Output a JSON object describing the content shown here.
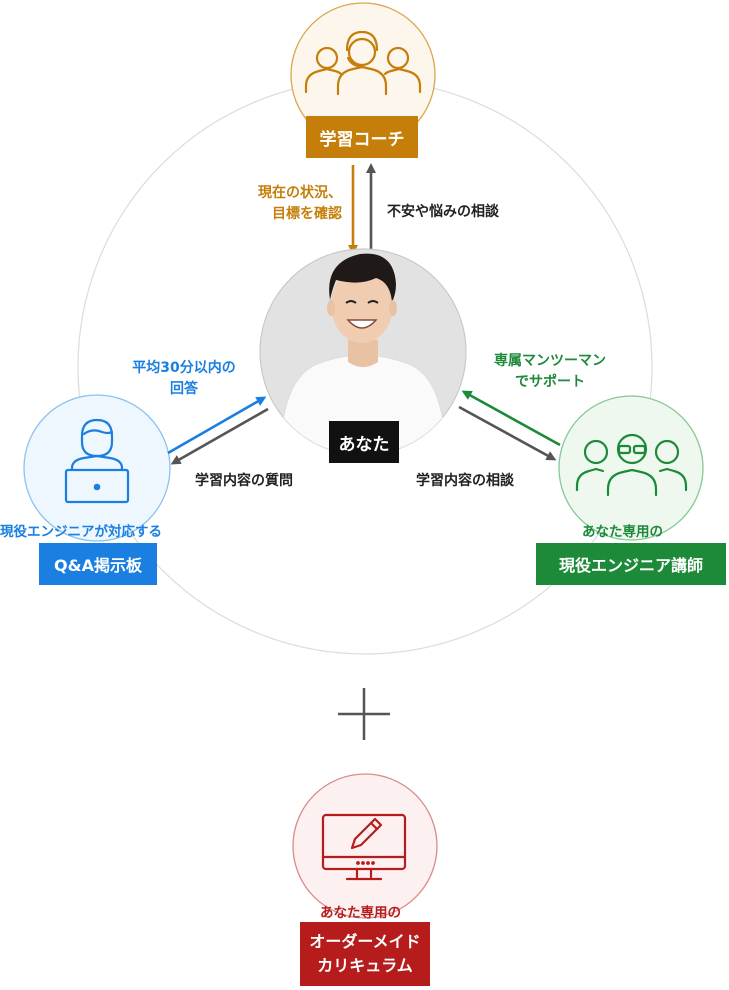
{
  "coach": {
    "title": "学習コーチ",
    "arrow_down_label_line1": "現在の状況、",
    "arrow_down_label_line2": "目標を確認",
    "arrow_up_label": "不安や悩みの相談"
  },
  "you": {
    "label": "あなた"
  },
  "qa": {
    "caption": "現役エンジニアが対応する",
    "title": "Q&A掲示板",
    "answer_label_line1": "平均30分以内の",
    "answer_label_line2": "回答",
    "question_label": "学習内容の質問"
  },
  "mentor": {
    "caption": "あなた専用の",
    "title": "現役エンジニア講師",
    "support_label_line1": "専属マンツーマン",
    "support_label_line2": "でサポート",
    "consult_label": "学習内容の相談"
  },
  "curriculum": {
    "caption": "あなた専用の",
    "title_line1": "オーダーメイド",
    "title_line2": "カリキュラム"
  },
  "colors": {
    "coach": "#c57e0a",
    "qa": "#1a7fe0",
    "mentor": "#1d8a3a",
    "curriculum": "#b71c1c",
    "arrow_gray": "#555555"
  },
  "icons": {
    "coach": "team-with-headset-icon",
    "qa": "person-at-laptop-icon",
    "mentor": "engineers-group-icon",
    "curriculum": "monitor-with-pencil-icon",
    "plus": "plus-icon"
  }
}
